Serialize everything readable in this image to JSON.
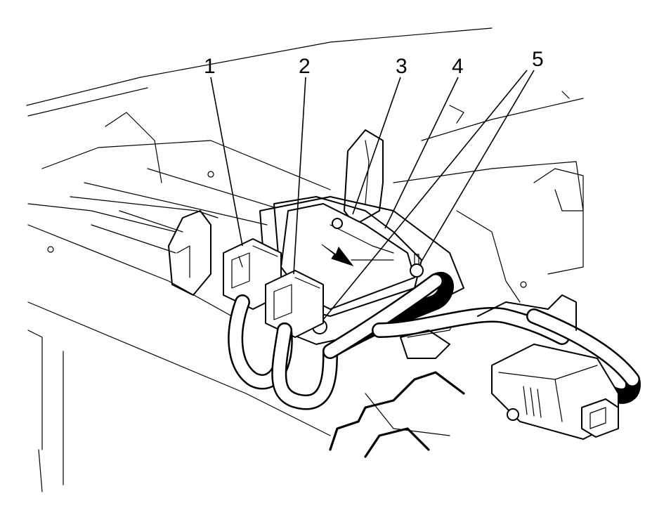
{
  "diagram": {
    "callouts": [
      {
        "id": "callout-1",
        "label": "1"
      },
      {
        "id": "callout-2",
        "label": "2"
      },
      {
        "id": "callout-3",
        "label": "3"
      },
      {
        "id": "callout-4",
        "label": "4"
      },
      {
        "id": "callout-5",
        "label": "5"
      }
    ],
    "colors": {
      "line": "#000000",
      "background": "#ffffff"
    }
  }
}
